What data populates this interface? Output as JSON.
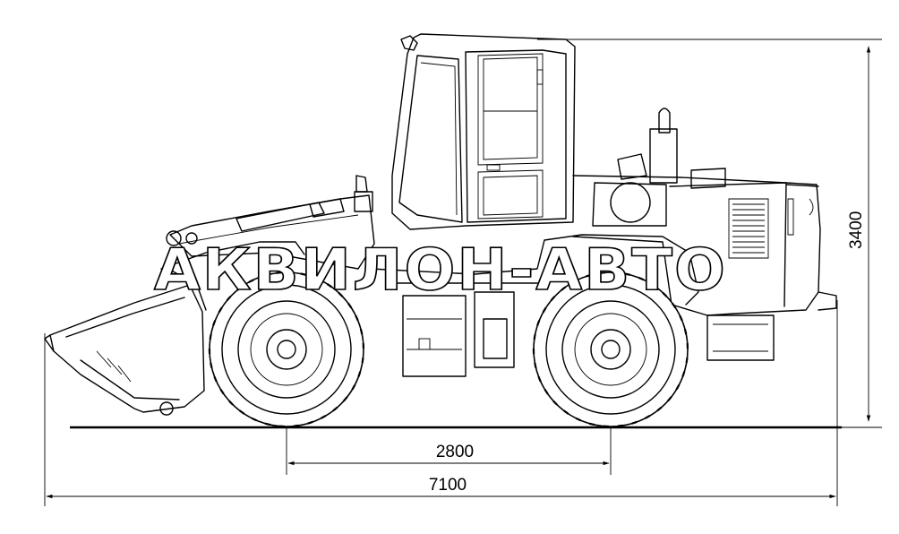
{
  "drawing": {
    "dimensions": {
      "height": "3400",
      "wheelbase": "2800",
      "overall_length": "7100"
    },
    "watermark": "АКВИЛОН-АВТО"
  }
}
